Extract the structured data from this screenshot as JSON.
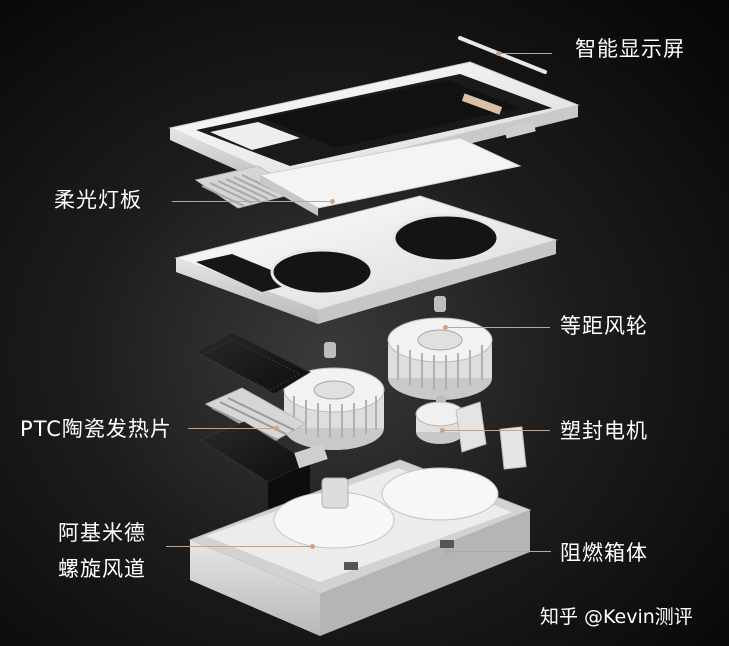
{
  "labels": {
    "smart_display": "智能显示屏",
    "soft_light_panel": "柔光灯板",
    "equidistant_fan": "等距风轮",
    "ptc_heater": "PTC陶瓷发热片",
    "sealed_motor": "塑封电机",
    "archimedes_line1": "阿基米德",
    "archimedes_line2": "螺旋风道",
    "flame_retardant_box": "阻燃箱体"
  },
  "watermark": "知乎 @Kevin测评",
  "colors": {
    "background": "#111111",
    "label_text": "#ffffff",
    "leader_line": "#b9a89a",
    "leader_dot": "#c9a48a",
    "part_white": "#f2f2f2"
  }
}
